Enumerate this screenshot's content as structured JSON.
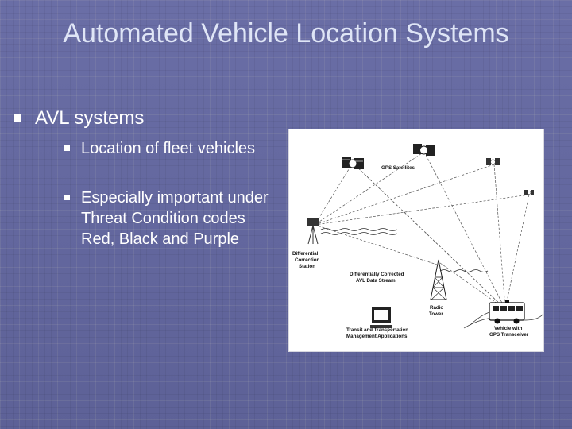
{
  "slide": {
    "title": "Automated Vehicle Location Systems",
    "bullet_1": "AVL systems",
    "sub_bullets": [
      "Location of fleet vehicles",
      "Especially important under Threat Condition codes Red, Black and Purple"
    ]
  },
  "diagram": {
    "labels": {
      "gps_satellites": "GPS Satellites",
      "differential_correction_station_1": "Differential",
      "differential_correction_station_2": "Correction",
      "differential_correction_station_3": "Station",
      "data_stream_1": "Differentially Corrected",
      "data_stream_2": "AVL Data Stream",
      "radio_tower_1": "Radio",
      "radio_tower_2": "Tower",
      "transit_apps_1": "Transit and Transportation",
      "transit_apps_2": "Management Applications",
      "vehicle_1": "Vehicle with",
      "vehicle_2": "GPS Transceiver"
    }
  },
  "colors": {
    "background": "#5f639a",
    "title": "#dfe5f6",
    "text": "#ffffff"
  }
}
